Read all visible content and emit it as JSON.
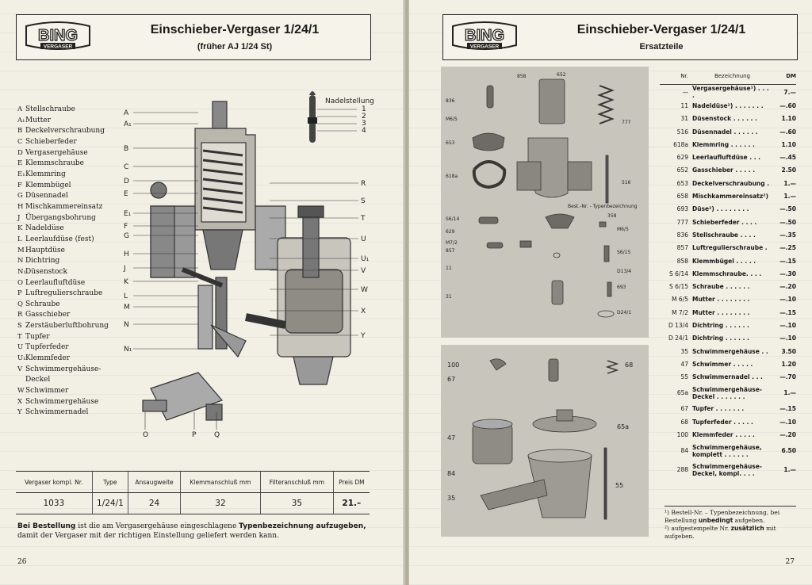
{
  "left": {
    "logo": {
      "brand": "BING",
      "sub": "VERGASER"
    },
    "title": "Einschieber-Vergaser 1/24/1",
    "subtitle": "(früher AJ 1/24 St)",
    "legend": [
      {
        "letter": "A",
        "text": "Stellschraube"
      },
      {
        "letter": "A₁",
        "text": "Mutter"
      },
      {
        "letter": "B",
        "text": "Deckelverschraubung"
      },
      {
        "letter": "C",
        "text": "Schieberfeder"
      },
      {
        "letter": "D",
        "text": "Vergasergehäuse"
      },
      {
        "letter": "E",
        "text": "Klemmschraube"
      },
      {
        "letter": "E₁",
        "text": "Klemmring"
      },
      {
        "letter": "F",
        "text": "Klemmbügel"
      },
      {
        "letter": "G",
        "text": "Düsennadel"
      },
      {
        "letter": "H",
        "text": "Mischkammereinsatz"
      },
      {
        "letter": "J",
        "text": "Übergangsbohrung"
      },
      {
        "letter": "K",
        "text": "Nadeldüse"
      },
      {
        "letter": "L",
        "text": "Leerlaufdüse (fest)"
      },
      {
        "letter": "M",
        "text": "Hauptdüse"
      },
      {
        "letter": "N",
        "text": "Dichtring"
      },
      {
        "letter": "N₁",
        "text": "Düsenstock"
      },
      {
        "letter": "O",
        "text": "Leerlaufluftdüse"
      },
      {
        "letter": "P",
        "text": "Luftregulierschraube"
      },
      {
        "letter": "Q",
        "text": "Schraube"
      },
      {
        "letter": "R",
        "text": "Gasschieber"
      },
      {
        "letter": "S",
        "text": "Zerstäuberluftbohrung"
      },
      {
        "letter": "T",
        "text": "Tupfer"
      },
      {
        "letter": "U",
        "text": "Tupferfeder"
      },
      {
        "letter": "U₁",
        "text": "Klemmfeder"
      },
      {
        "letter": "V",
        "text": "Schwimmergehäuse-"
      },
      {
        "letter": "",
        "text": "Deckel"
      },
      {
        "letter": "W",
        "text": "Schwimmer"
      },
      {
        "letter": "X",
        "text": "Schwimmergehäuse"
      },
      {
        "letter": "Y",
        "text": "Schwimmernadel"
      }
    ],
    "diagram": {
      "nadel_title": "Nadelstellung",
      "nadel_marks": [
        "1",
        "2",
        "3",
        "4"
      ],
      "left_labels": [
        "A",
        "A₁",
        "B",
        "C",
        "D",
        "E",
        "E₁",
        "F",
        "G",
        "H",
        "J",
        "K",
        "L",
        "M",
        "N",
        "N₁"
      ],
      "right_labels": [
        "R",
        "S",
        "T",
        "U",
        "U₁",
        "V",
        "W",
        "X",
        "Y"
      ],
      "bottom_labels": [
        "O",
        "P",
        "Q"
      ]
    },
    "spec_table": {
      "headers": [
        "Vergaser kompl. Nr.",
        "Type",
        "Ansaugweite",
        "Klemmanschluß mm",
        "Filteranschluß mm",
        "Preis DM"
      ],
      "row": [
        "1033",
        "1/24/1",
        "24",
        "32",
        "35",
        "21.–"
      ]
    },
    "note": {
      "p1": "Bei Bestellung",
      "p2": " ist die am Vergasergehäuse eingeschlagene ",
      "p3": "Typenbezeichnung aufzugeben,",
      "p4": " damit der Vergaser mit der richtigen Einstellung geliefert werden kann."
    },
    "page_number": "26"
  },
  "right": {
    "logo": {
      "brand": "BING",
      "sub": "VERGASER"
    },
    "title": "Einschieber-Vergaser 1/24/1",
    "subtitle": "Ersatzteile",
    "photo_top_labels": [
      "858",
      "652",
      "836",
      "M6/5",
      "653",
      "777",
      "618a",
      "516",
      "Best.-Nr. - Typenbezeichnung",
      "S6/14",
      "629",
      "M7/2",
      "857",
      "358",
      "M6/5",
      "S6/15",
      "11",
      "D13/4",
      "31",
      "693",
      "D24/1"
    ],
    "photo_bottom_labels": [
      "100",
      "67",
      "68",
      "47",
      "65a",
      "84",
      "35",
      "55"
    ],
    "parts_header": {
      "nr": "Nr.",
      "bez": "Bezeichnung",
      "dm": "DM"
    },
    "parts": [
      {
        "nr": "—",
        "bez": "Vergasergehäuse¹) . . . .",
        "dm": "7.—"
      },
      {
        "nr": "11",
        "bez": "Nadeldüse²) . . . . . . .",
        "dm": "—.60"
      },
      {
        "nr": "31",
        "bez": "Düsenstock . . . . . .",
        "dm": "1.10"
      },
      {
        "nr": "516",
        "bez": "Düsennadel . . . . . .",
        "dm": "—.60"
      },
      {
        "nr": "618a",
        "bez": "Klemmring . . . . . .",
        "dm": "1.10"
      },
      {
        "nr": "629",
        "bez": "Leerlaufluftdüse . . .",
        "dm": "—.45"
      },
      {
        "nr": "652",
        "bez": "Gasschieber . . . . .",
        "dm": "2.50"
      },
      {
        "nr": "653",
        "bez": "Deckelverschraubung .",
        "dm": "1.—"
      },
      {
        "nr": "658",
        "bez": "Mischkammereinsatz²)",
        "dm": "1.—"
      },
      {
        "nr": "693",
        "bez": "Düse²) . . . . . . . .",
        "dm": "—.50"
      },
      {
        "nr": "777",
        "bez": "Schieberfeder . . . .",
        "dm": "—.50"
      },
      {
        "nr": "836",
        "bez": "Stellschraube . . . .",
        "dm": "—.35"
      },
      {
        "nr": "857",
        "bez": "Luftregulierschraube .",
        "dm": "—.25"
      },
      {
        "nr": "858",
        "bez": "Klemmbügel . . . . .",
        "dm": "—.15"
      },
      {
        "nr": "S 6/14",
        "bez": "Klemmschraube. . . .",
        "dm": "—.30"
      },
      {
        "nr": "S 6/15",
        "bez": "Schraube . . . . . .",
        "dm": "—.20"
      },
      {
        "nr": "M 6/5",
        "bez": "Mutter . . . . . . . .",
        "dm": "—.10"
      },
      {
        "nr": "M 7/2",
        "bez": "Mutter . . . . . . . .",
        "dm": "—.15"
      },
      {
        "nr": "D 13/4",
        "bez": "Dichtring . . . . . .",
        "dm": "—.10"
      },
      {
        "nr": "D 24/1",
        "bez": "Dichtring . . . . . .",
        "dm": "—.10"
      },
      {
        "nr": "35",
        "bez": "Schwimmergehäuse . .",
        "dm": "3.50"
      },
      {
        "nr": "47",
        "bez": "Schwimmer . . . . .",
        "dm": "1.20"
      },
      {
        "nr": "55",
        "bez": "Schwimmernadel . . .",
        "dm": "—.70"
      },
      {
        "nr": "65a",
        "bez": "Schwimmergehäuse-",
        "bez2": "Deckel . . . . . . .",
        "dm": "1.—"
      },
      {
        "nr": "67",
        "bez": "Tupfer . . . . . . .",
        "dm": "—.15"
      },
      {
        "nr": "68",
        "bez": "Tupferfeder . . . . .",
        "dm": "—.10"
      },
      {
        "nr": "100",
        "bez": "Klemmfeder . . . . .",
        "dm": "—.20"
      },
      {
        "nr": "84",
        "bez": "Schwimmergehäuse,",
        "bez2": "komplett . . . . . .",
        "dm": "6.50"
      },
      {
        "nr": "288",
        "bez": "Schwimmergehäuse-",
        "bez2": "Deckel, kompl. . . .",
        "dm": "1.—"
      }
    ],
    "footnotes": {
      "f1a": "¹) Bestell-Nr. – Typenbezeichnung, bei Bestellung ",
      "f1b": "unbedingt",
      "f1c": " aufgeben.",
      "f2a": "²) aufgestempelte Nr. ",
      "f2b": "zusätzlich",
      "f2c": " mit aufgeben."
    },
    "page_number": "27"
  }
}
